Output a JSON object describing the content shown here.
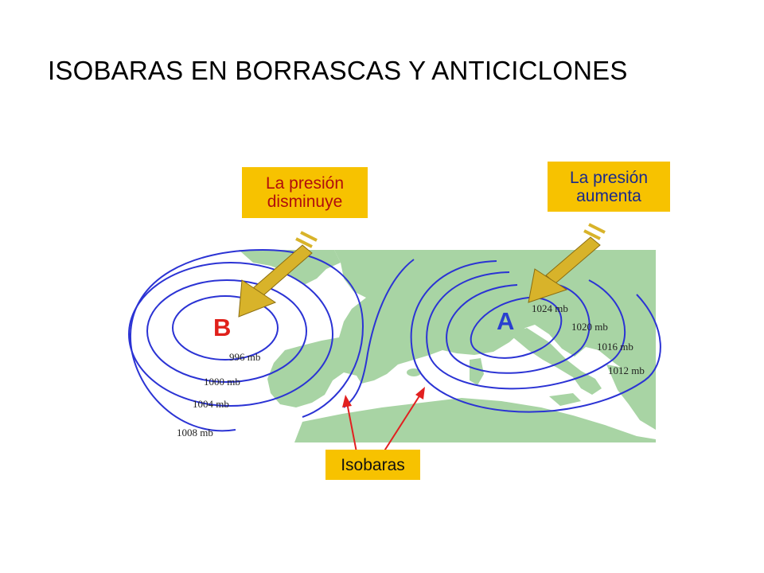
{
  "title": "ISOBARAS EN BORRASCAS Y ANTICICLONES",
  "callouts": {
    "low": {
      "line1": "La presión",
      "line2": "disminuye"
    },
    "high": {
      "line1": "La presión",
      "line2": "aumenta"
    },
    "isobars": "Isobaras"
  },
  "centers": {
    "low": {
      "letter": "B",
      "color": "#e0201a"
    },
    "high": {
      "letter": "A",
      "color": "#2a3fd0"
    }
  },
  "low_isobars": [
    "996 mb",
    "1000 mb",
    "1004 mb",
    "1008 mb"
  ],
  "high_isobars": [
    "1024 mb",
    "1020 mb",
    "1016 mb",
    "1012 mb"
  ],
  "colors": {
    "callout": "#f7c200",
    "land": "#a8d4a4",
    "isobar": "#2b33d4",
    "pointer_arrow": "#d8b32a",
    "isobar_arrow": "#e22020"
  }
}
